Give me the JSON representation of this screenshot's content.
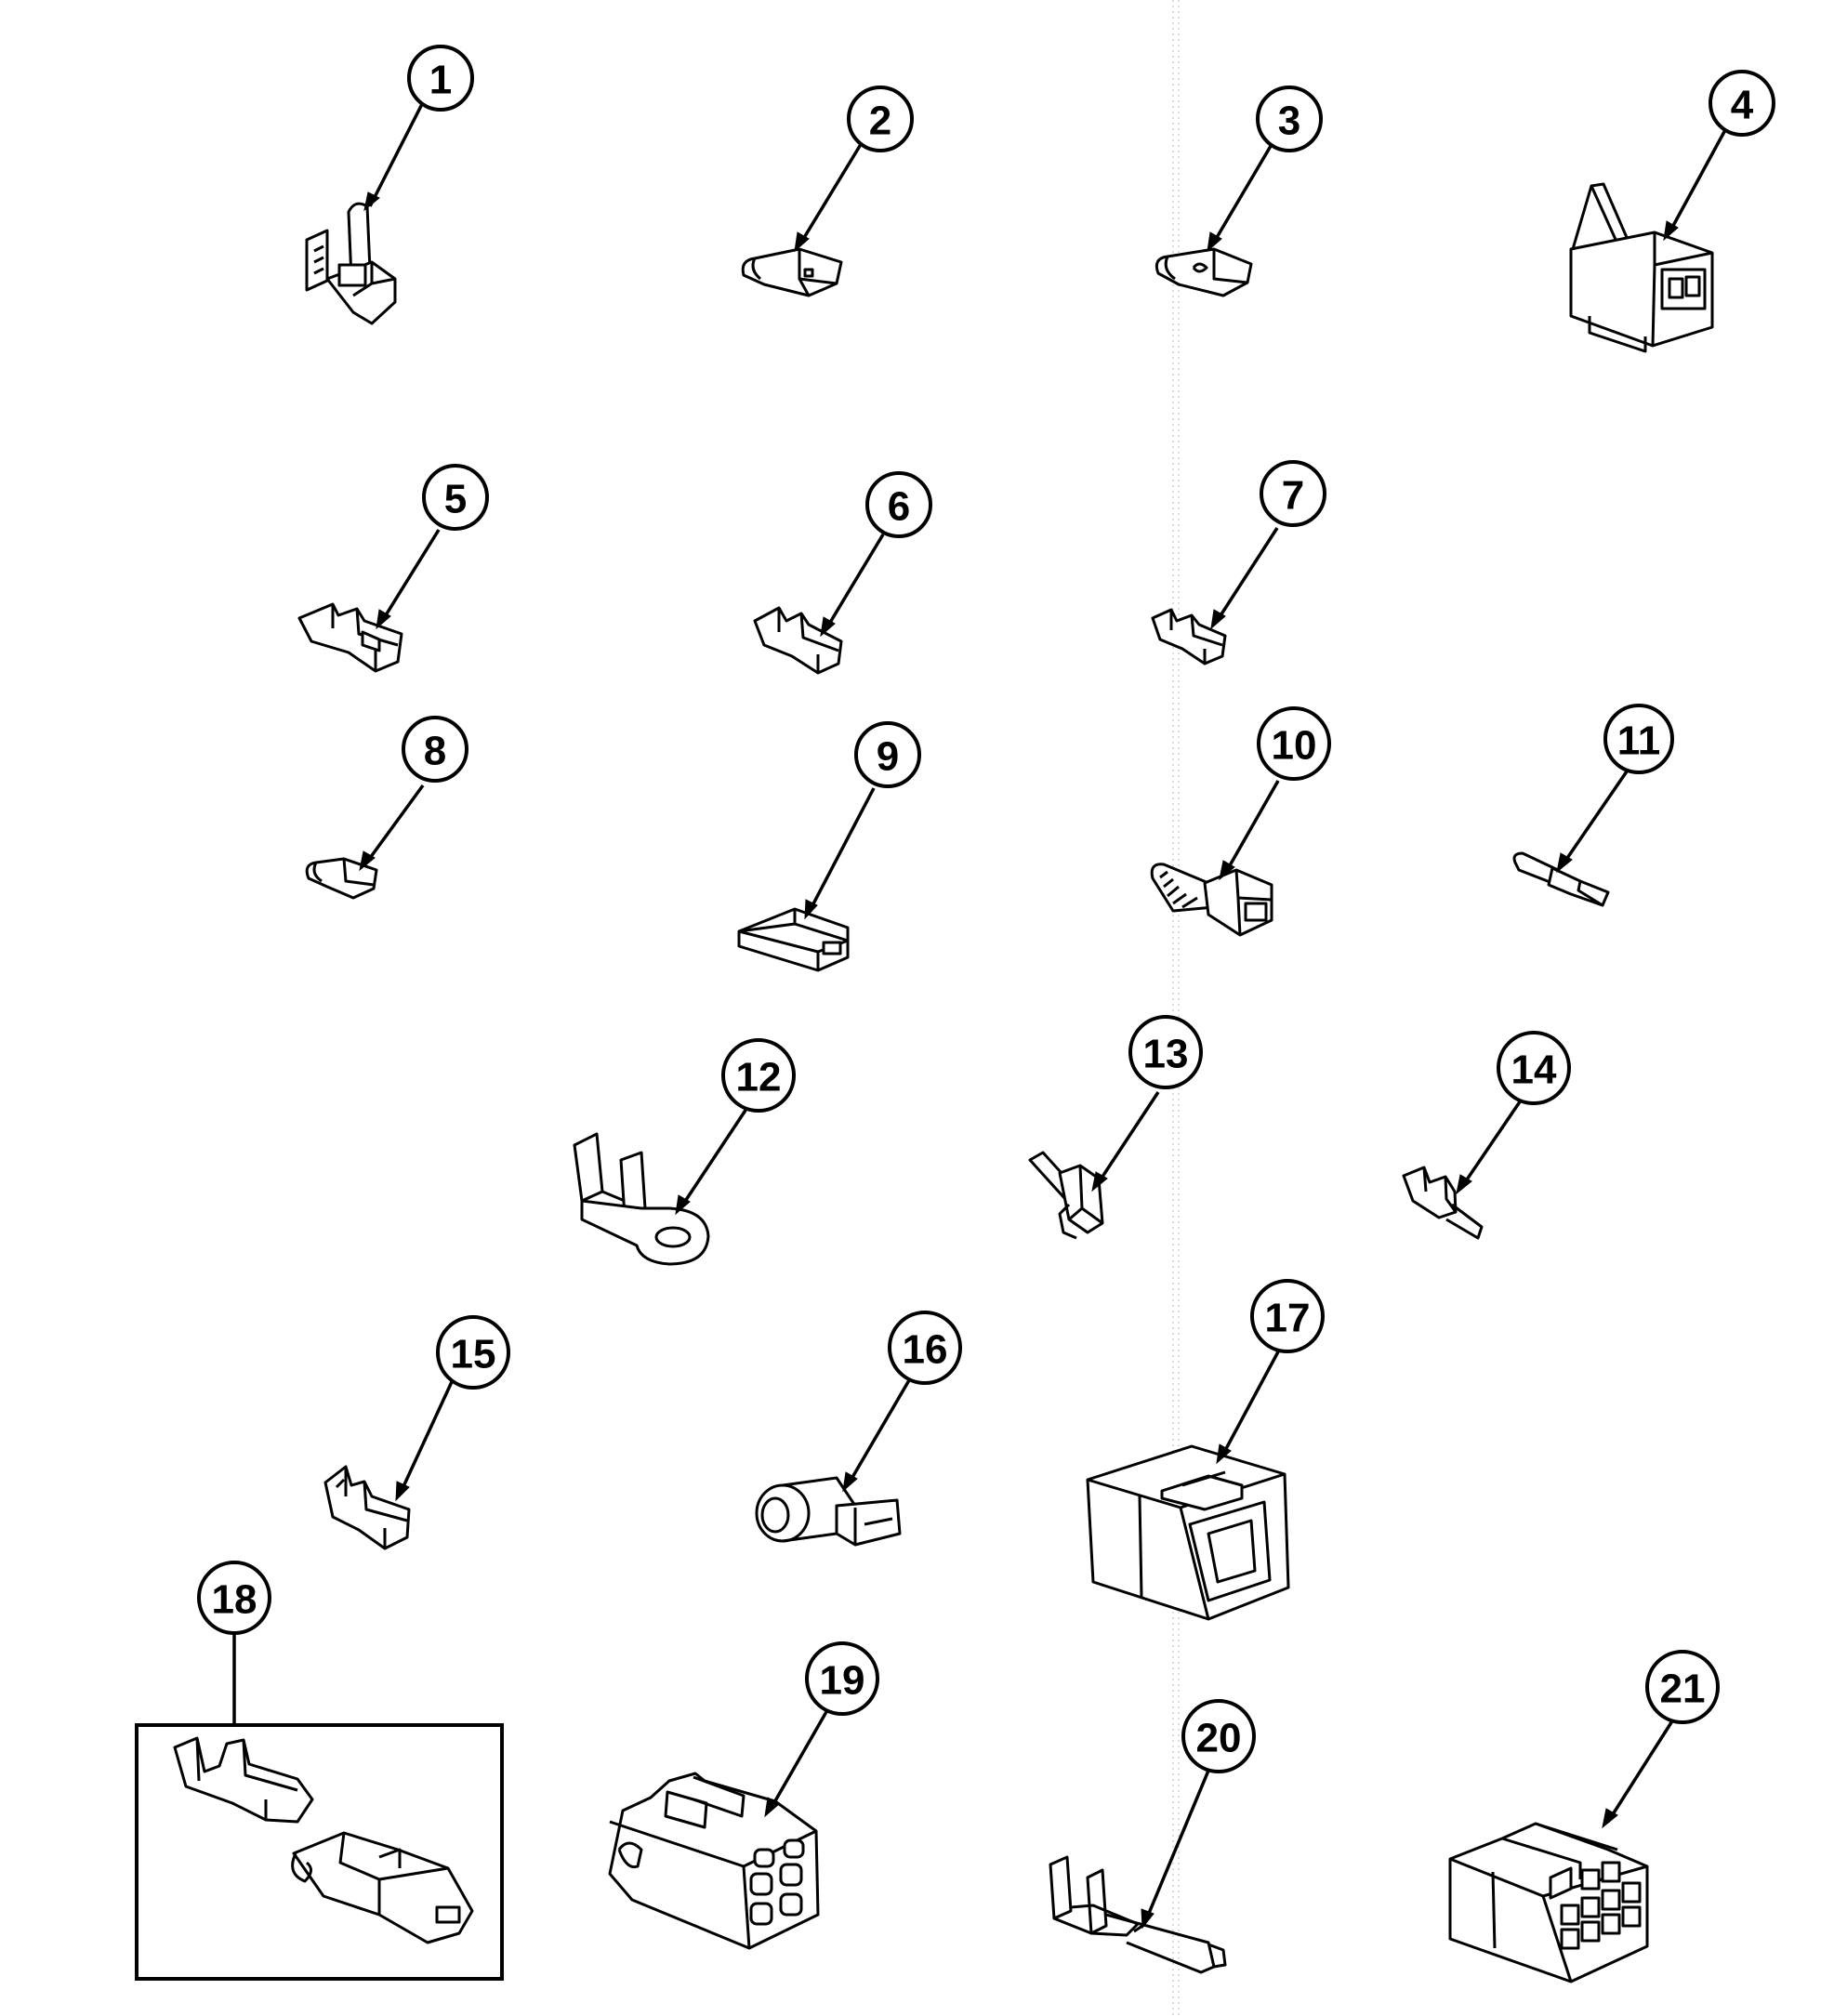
{
  "callouts": [
    "1",
    "2",
    "3",
    "4",
    "5",
    "6",
    "7",
    "8",
    "9",
    "10",
    "11",
    "12",
    "13",
    "14",
    "15",
    "16",
    "17",
    "18",
    "19",
    "20",
    "21"
  ],
  "parts": [
    {
      "id": "1",
      "icon": "wire-clip-icon"
    },
    {
      "id": "2",
      "icon": "female-terminal-icon"
    },
    {
      "id": "3",
      "icon": "female-terminal-icon"
    },
    {
      "id": "4",
      "icon": "latched-connector-housing-icon"
    },
    {
      "id": "5",
      "icon": "crimp-terminal-icon"
    },
    {
      "id": "6",
      "icon": "crimp-terminal-icon"
    },
    {
      "id": "7",
      "icon": "crimp-terminal-icon"
    },
    {
      "id": "8",
      "icon": "small-terminal-icon"
    },
    {
      "id": "9",
      "icon": "terminal-insulator-icon"
    },
    {
      "id": "10",
      "icon": "insulated-terminal-icon"
    },
    {
      "id": "11",
      "icon": "tab-terminal-icon"
    },
    {
      "id": "12",
      "icon": "ring-terminal-icon"
    },
    {
      "id": "13",
      "icon": "pin-terminal-icon"
    },
    {
      "id": "14",
      "icon": "pin-terminal-icon"
    },
    {
      "id": "15",
      "icon": "crimp-terminal-icon"
    },
    {
      "id": "16",
      "icon": "flag-terminal-icon"
    },
    {
      "id": "17",
      "icon": "two-way-connector-housing-icon"
    },
    {
      "id": "18",
      "icon": "terminal-and-housing-kit-icon"
    },
    {
      "id": "19",
      "icon": "six-way-connector-plug-icon"
    },
    {
      "id": "20",
      "icon": "long-pin-terminal-icon"
    },
    {
      "id": "21",
      "icon": "ten-way-connector-housing-icon"
    }
  ]
}
